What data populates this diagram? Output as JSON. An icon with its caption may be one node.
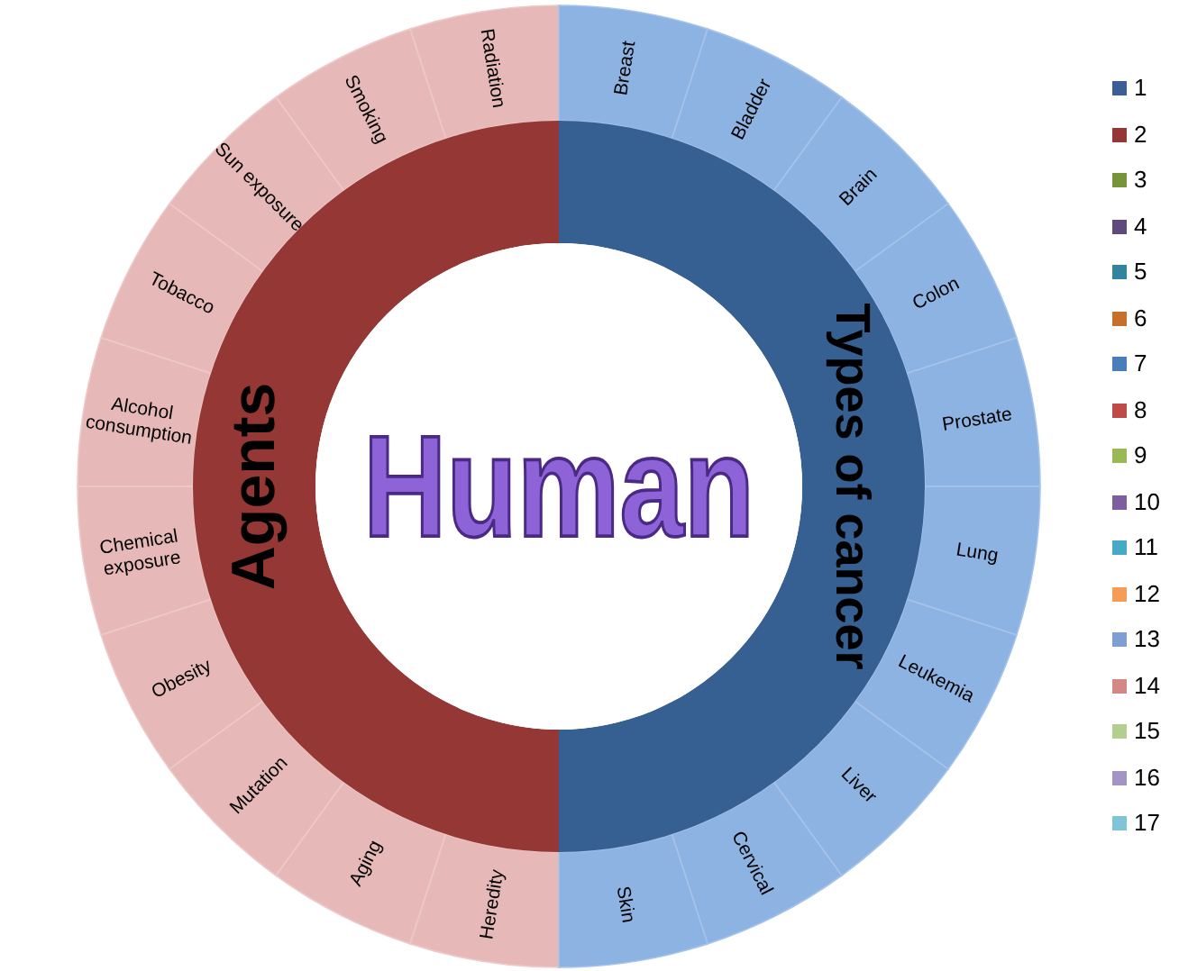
{
  "diagram": {
    "nodes": [
      {
        "text": [
          "Human"
        ]
      },
      {
        "text": [
          "Agents"
        ]
      },
      {
        "text": [
          "Types of cancer"
        ]
      },
      {
        "text": [
          "Radiation"
        ]
      },
      {
        "text": [
          "Smoking"
        ]
      },
      {
        "text": [
          "Sun exposure"
        ]
      },
      {
        "text": [
          "Tobacco"
        ]
      },
      {
        "text": [
          "Alcohol consumption"
        ]
      },
      {
        "text": [
          "Chemical exposure"
        ]
      },
      {
        "text": [
          "Obesity"
        ]
      },
      {
        "text": [
          "Mutation"
        ]
      },
      {
        "text": [
          "Aging"
        ]
      },
      {
        "text": [
          "Heredity"
        ]
      },
      {
        "text": [
          "Breast"
        ]
      },
      {
        "text": [
          "Bladder"
        ]
      },
      {
        "text": [
          "Brain"
        ]
      },
      {
        "text": [
          "Colon"
        ]
      },
      {
        "text": [
          "Prostate"
        ]
      },
      {
        "text": [
          "Lung"
        ]
      },
      {
        "text": [
          "Leukemia"
        ]
      },
      {
        "text": [
          "Liver"
        ]
      },
      {
        "text": [
          "Cervical"
        ]
      },
      {
        "text": [
          "Skin"
        ]
      }
    ],
    "legend": [
      {
        "text": "1",
        "color": "#3a5f96"
      },
      {
        "text": "2",
        "color": "#953735"
      },
      {
        "text": "3",
        "color": "#77933c"
      },
      {
        "text": "4",
        "color": "#604a7b"
      },
      {
        "text": "5",
        "color": "#31849b"
      },
      {
        "text": "6",
        "color": "#c8702a"
      },
      {
        "text": "7",
        "color": "#4a7ebb"
      },
      {
        "text": "8",
        "color": "#be4b48"
      },
      {
        "text": "9",
        "color": "#98b954"
      },
      {
        "text": "10",
        "color": "#7d5fa0"
      },
      {
        "text": "11",
        "color": "#46aac5"
      },
      {
        "text": "12",
        "color": "#f59d56"
      },
      {
        "text": "13",
        "color": "#7d9fd2"
      },
      {
        "text": "14",
        "color": "#d38883"
      },
      {
        "text": "15",
        "color": "#b3cf8f"
      },
      {
        "text": "16",
        "color": "#a593c5"
      },
      {
        "text": "17",
        "color": "#81c3d7"
      }
    ]
  }
}
